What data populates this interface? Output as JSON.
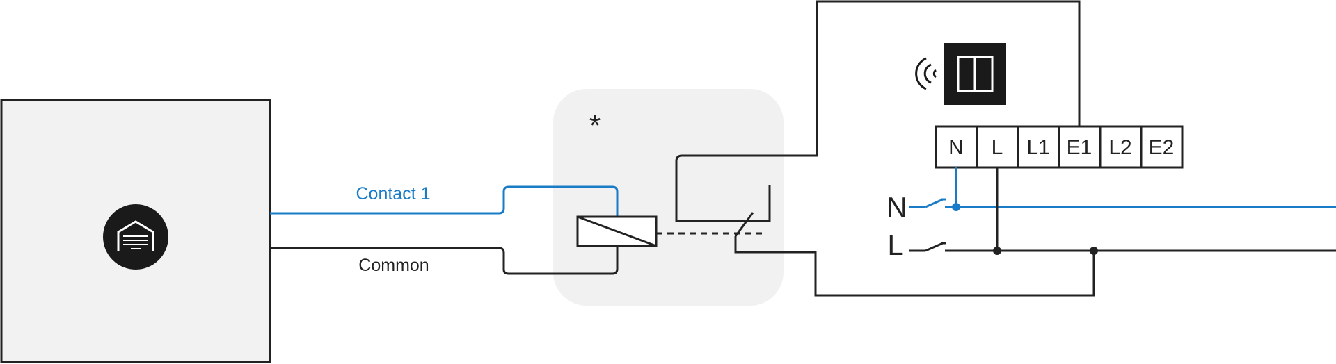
{
  "colors": {
    "wire_line": "#222222",
    "wire_neutral": "#1a7cc6",
    "relay_zone": "#f1f1f1",
    "device_box": "#f2f2f2",
    "icon_fill": "#1a1a1a"
  },
  "icons": {
    "garage_door": "garage-door-icon",
    "wireless": "wireless-signal-icon",
    "switch": "double-rocker-switch-icon"
  },
  "wires": {
    "contact_label": "Contact 1",
    "common_label": "Common"
  },
  "relay": {
    "note_marker": "*"
  },
  "terminals": [
    "N",
    "L",
    "L1",
    "E1",
    "L2",
    "E2"
  ],
  "supply": {
    "neutral_label": "N",
    "live_label": "L"
  }
}
